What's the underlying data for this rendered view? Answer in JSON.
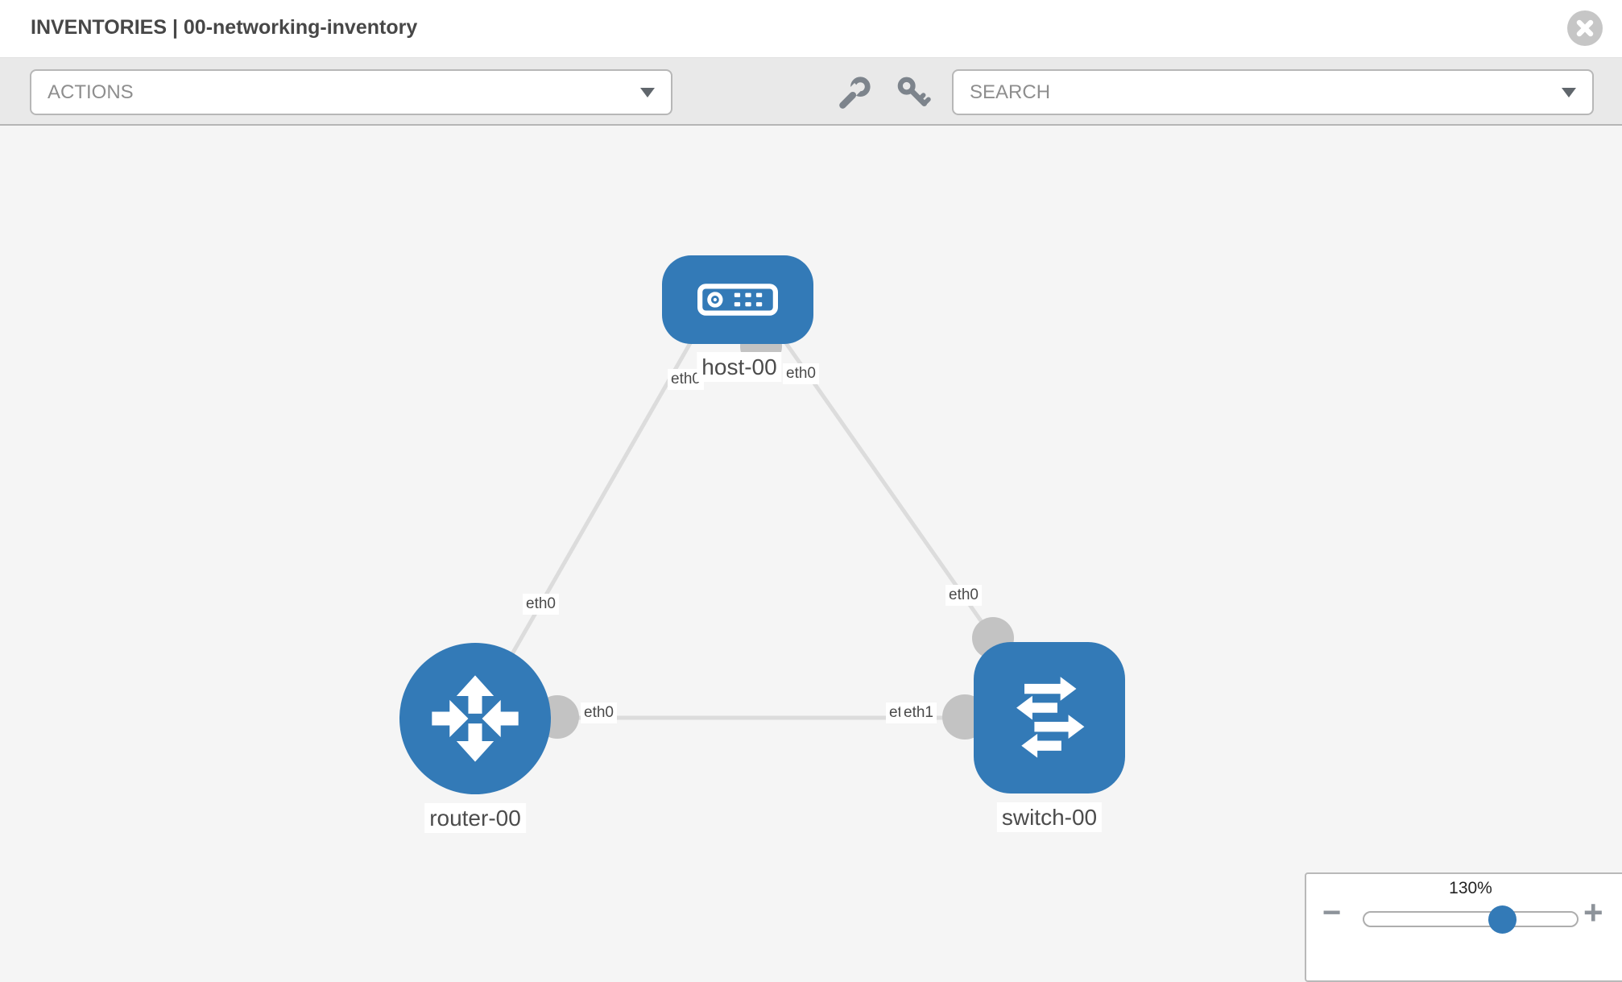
{
  "header": {
    "title": "INVENTORIES | 00-networking-inventory"
  },
  "toolbar": {
    "actions": {
      "label": "ACTIONS"
    },
    "search": {
      "label": "SEARCH"
    },
    "tool_icons": [
      "wrench-icon",
      "key-icon"
    ]
  },
  "canvas": {
    "nodes": [
      {
        "id": "host-00",
        "label": "host-00",
        "type": "host"
      },
      {
        "id": "router-00",
        "label": "router-00",
        "type": "router"
      },
      {
        "id": "switch-00",
        "label": "switch-00",
        "type": "switch"
      }
    ],
    "links": [
      {
        "source": "host-00",
        "target": "router-00",
        "source_interface": "eth0",
        "target_interface": "eth0"
      },
      {
        "source": "host-00",
        "target": "switch-00",
        "source_interface": "eth0",
        "target_interface": "eth0"
      },
      {
        "source": "router-00",
        "target": "switch-00",
        "source_interface": "eth0",
        "target_interface": "eth1",
        "target_interface_overlapped": "eth0"
      }
    ]
  },
  "zoom_control": {
    "level": "130%",
    "minus": "−",
    "plus": "+"
  },
  "colors": {
    "node_blue": "#337ab7",
    "link_gray": "#dcdcdc",
    "connector_gray": "#c3c3c3",
    "toolbar_gray": "#e9e9e9",
    "icon_gray": "#7d848c"
  }
}
